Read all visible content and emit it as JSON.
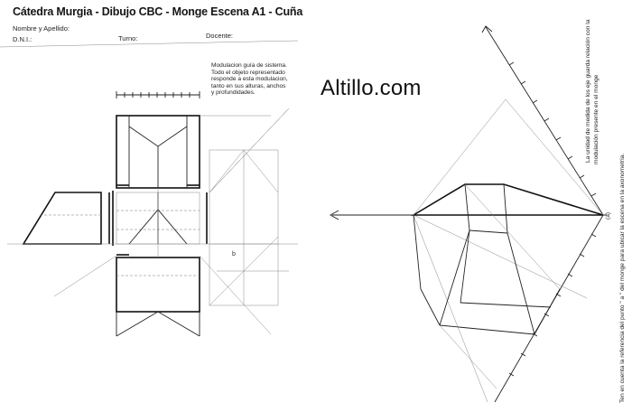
{
  "header": {
    "title": "Cátedra Murgia - Dibujo CBC - Monge Escena A1 - Cuña",
    "nombre_label": "Nombre y Apellido:",
    "dni_label": "D.N.I.:",
    "turno_label": "Turno:",
    "docente_label": "Docente:"
  },
  "notes": {
    "modulation": "Modulacion guía de sistema. Todo el objeto representado responde a esta modulacion, tanto en sus alturas, anchos y profundidades.",
    "axonometric_unit_line1": "La unidad de medida de los eje guarda relación con la",
    "axonometric_unit_line2": "modulación presente en el monge",
    "reference_line1": "Ten en cuenta la referencia del punto \" a \" del monge para ubicar la escena en la axonometría.",
    "point_label": "(a)",
    "label_b": "b"
  },
  "watermark": "Altillo.com"
}
